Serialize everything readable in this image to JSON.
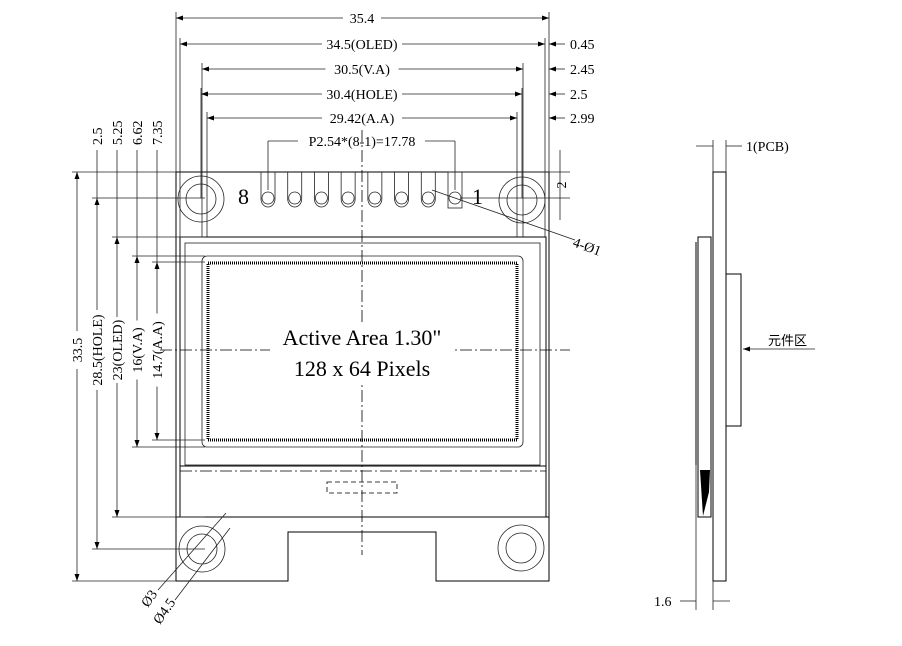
{
  "front_view": {
    "horizontal_dims": [
      {
        "label": "35.4",
        "offset": ""
      },
      {
        "label": "34.5(OLED)",
        "offset": "0.45"
      },
      {
        "label": "30.5(V.A)",
        "offset": "2.45"
      },
      {
        "label": "30.4(HOLE)",
        "offset": "2.5"
      },
      {
        "label": "29.42(A.A)",
        "offset": "2.99"
      }
    ],
    "pitch_dim": "P2.54*(8-1)=17.78",
    "vertical_dims": [
      {
        "label": "33.5",
        "offset": ""
      },
      {
        "label": "28.5(HOLE)",
        "offset": "2.5"
      },
      {
        "label": "23(OLED)",
        "offset": "5.25"
      },
      {
        "label": "16(V.A)",
        "offset": "6.62"
      },
      {
        "label": "14.7(A.A)",
        "offset": "7.35"
      }
    ],
    "pin_first": "8",
    "pin_last": "1",
    "pin_count": 8,
    "pin_offset_dim": "2",
    "pin_hole_dim": "4-Ø1",
    "hole_inner_dim": "Ø3",
    "hole_outer_dim": "Ø4.5",
    "active_area_line1": "Active Area 1.30\"",
    "active_area_line2": "128 x 64 Pixels"
  },
  "side_view": {
    "pcb_dim": "1(PCB)",
    "total_dim": "1.6",
    "component_area": "元件区"
  }
}
